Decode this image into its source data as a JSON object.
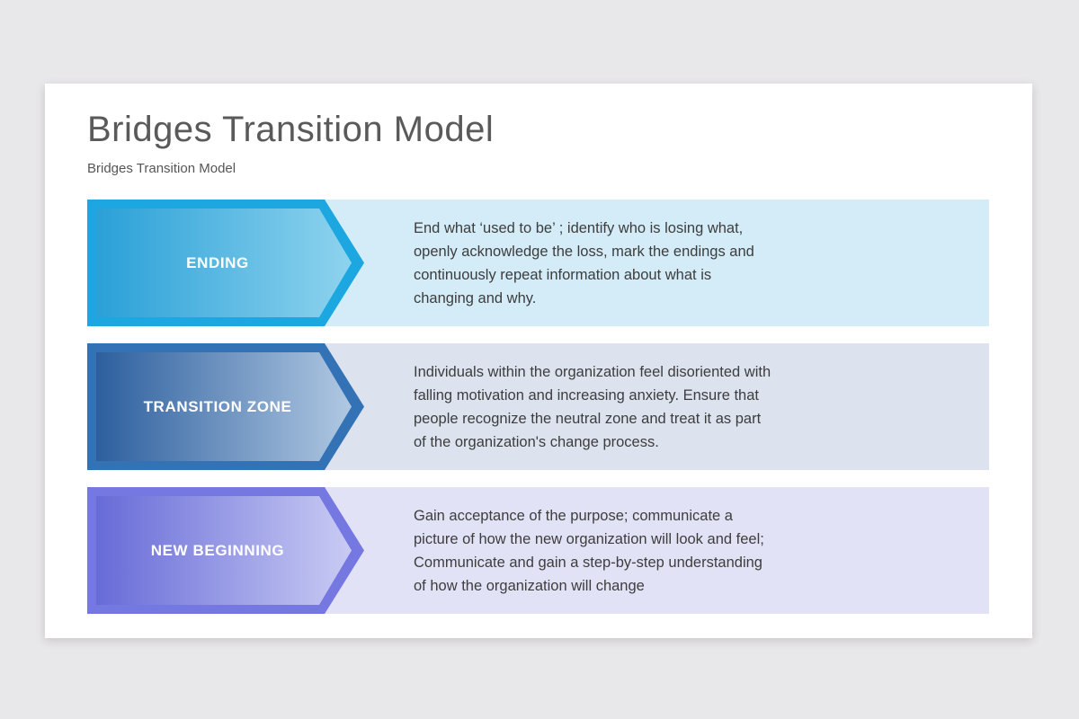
{
  "slide": {
    "title": "Bridges Transition Model",
    "subtitle": "Bridges Transition Model"
  },
  "rows": [
    {
      "label": "ENDING",
      "description": "End what ‘used to be’ ; identify who is losing what, openly acknowledge the loss, mark the endings and continuously repeat information about what is changing and why.",
      "colors": {
        "border": "#1ca7e0",
        "gradient_start": "#2aa0d7",
        "gradient_end": "#8ed3ee",
        "band": "#d3ecf8"
      }
    },
    {
      "label": "TRANSITION ZONE",
      "description": "Individuals within the organization feel disoriented with falling motivation and increasing anxiety. Ensure that people recognize the neutral zone and treat it as part of the organization's change process.",
      "colors": {
        "border": "#3373b5",
        "gradient_start": "#2d5f9e",
        "gradient_end": "#b0c8e2",
        "band": "#dce3ef"
      }
    },
    {
      "label": "NEW BEGINNING",
      "description": "Gain acceptance of the purpose; communicate a picture of how the new organization will look and feel; Communicate and gain a step-by-step understanding of how the organization will change",
      "colors": {
        "border": "#7478e0",
        "gradient_start": "#676bd7",
        "gradient_end": "#c9cbf3",
        "band": "#e2e2f6"
      }
    }
  ]
}
